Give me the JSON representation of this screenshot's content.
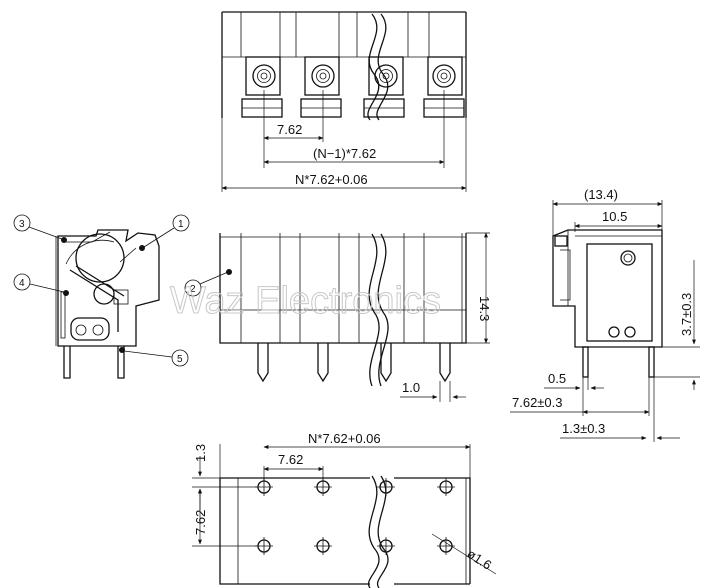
{
  "top_view": {
    "pitch_label": "7.62",
    "span_label": "(N−1)*7.62",
    "overall_label": "N*7.62+0.06"
  },
  "front_view": {
    "height_label": "14.3",
    "pin_width_label": "1.0"
  },
  "side_view": {
    "depth_label": "(13.4)",
    "body_label": "10.5",
    "pin_length_label": "3.7±0.3",
    "pin_thickness_label": "0.5",
    "row_pitch_label": "7.62±0.3",
    "pin_offset_label": "1.3±0.3"
  },
  "footprint": {
    "overall_label": "N*7.62+0.06",
    "pitch_label": "7.62",
    "edge_offset_label": "1.3",
    "row_pitch_label": "7.62",
    "hole_label": "ø1.6"
  },
  "callouts": [
    "1",
    "2",
    "3",
    "4",
    "5"
  ],
  "watermark": "Waz Electronics"
}
